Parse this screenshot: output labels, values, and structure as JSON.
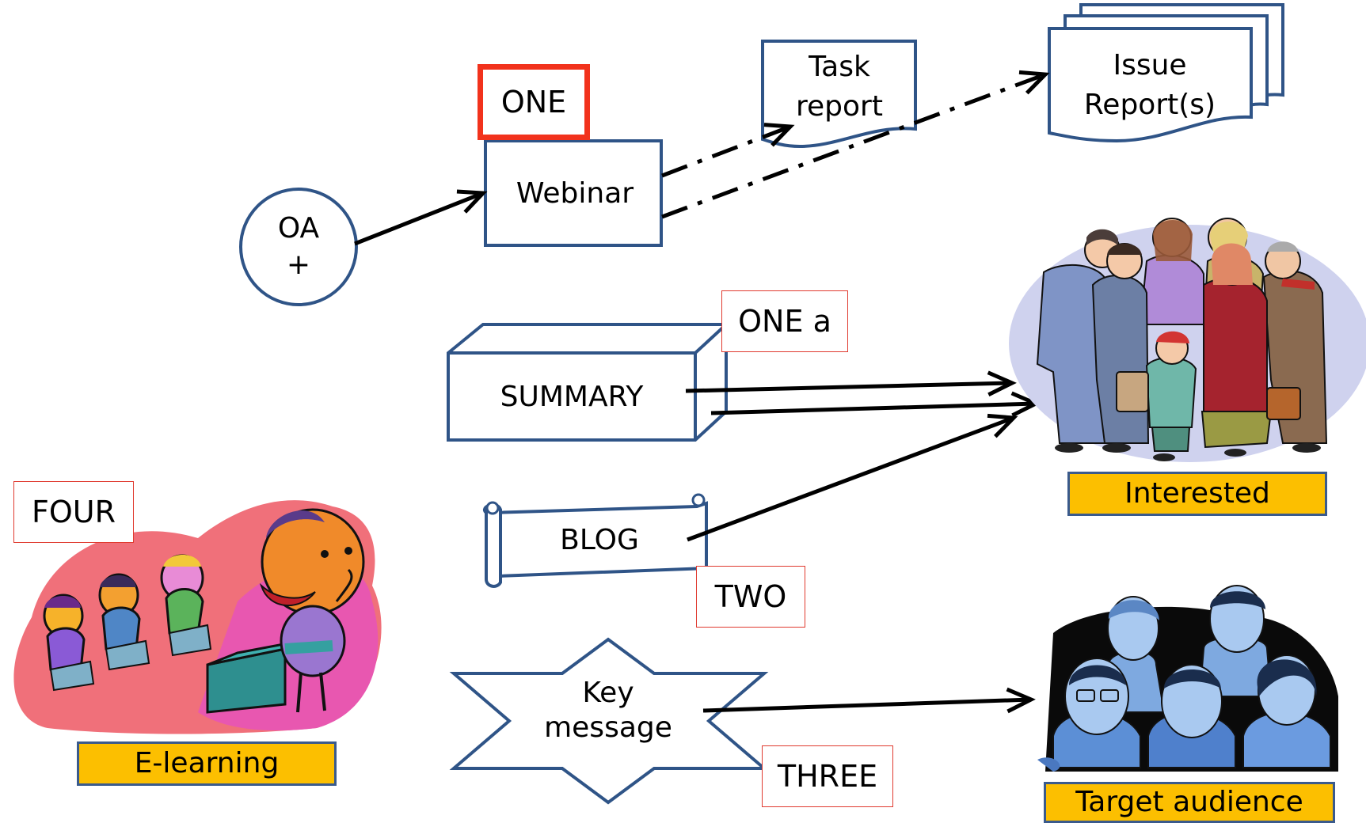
{
  "nodes": {
    "oa": {
      "line1": "OA",
      "line2": "+"
    },
    "webinar": "Webinar",
    "task_report": {
      "line1": "Task",
      "line2": "report"
    },
    "issue_report": {
      "line1": "Issue",
      "line2": "Report(s)"
    },
    "summary": "SUMMARY",
    "blog": "BLOG",
    "key_message": {
      "line1": "Key",
      "line2": "message"
    }
  },
  "tags": {
    "one": "ONE",
    "one_a": "ONE a",
    "two": "TWO",
    "three": "THREE",
    "four": "FOUR"
  },
  "audiences": {
    "interested": "Interested",
    "target_audience": "Target audience",
    "e_learning": "E-learning"
  },
  "colors": {
    "shape_stroke": "#2f5487",
    "tag_red": "#e03a2f",
    "caption_gold": "#fcbf00",
    "arrow": "#000000"
  },
  "icons": {
    "crowd": "interested-crowd-icon",
    "faces": "target-audience-faces-icon",
    "classroom": "e-learning-classroom-icon"
  }
}
